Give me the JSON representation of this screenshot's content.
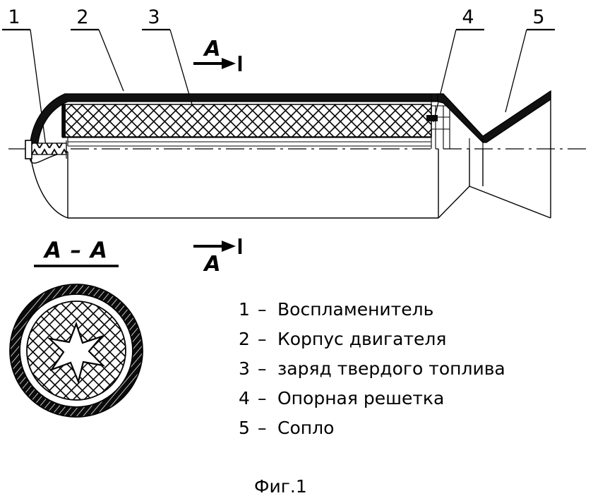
{
  "figure": {
    "caption": "Фиг.1",
    "section_title": "A – A",
    "section_marks": [
      {
        "id": "section-mark-top",
        "letter": "A"
      },
      {
        "id": "section-mark-bottom",
        "letter": "A"
      }
    ]
  },
  "callouts": [
    {
      "number": "1",
      "target": "igniter"
    },
    {
      "number": "2",
      "target": "motor-case"
    },
    {
      "number": "3",
      "target": "solid-propellant-charge"
    },
    {
      "number": "4",
      "target": "support-grid"
    },
    {
      "number": "5",
      "target": "nozzle"
    }
  ],
  "legend": {
    "separator": "–",
    "items": [
      {
        "number": "1",
        "label": "Воспламенитель"
      },
      {
        "number": "2",
        "label": "Корпус двигателя"
      },
      {
        "number": "3",
        "label": "заряд твердого топлива"
      },
      {
        "number": "4",
        "label": "Опорная решетка"
      },
      {
        "number": "5",
        "label": "Сопло"
      }
    ]
  },
  "colors": {
    "ink": "#000000",
    "paper": "#ffffff",
    "wall": "#111111"
  }
}
